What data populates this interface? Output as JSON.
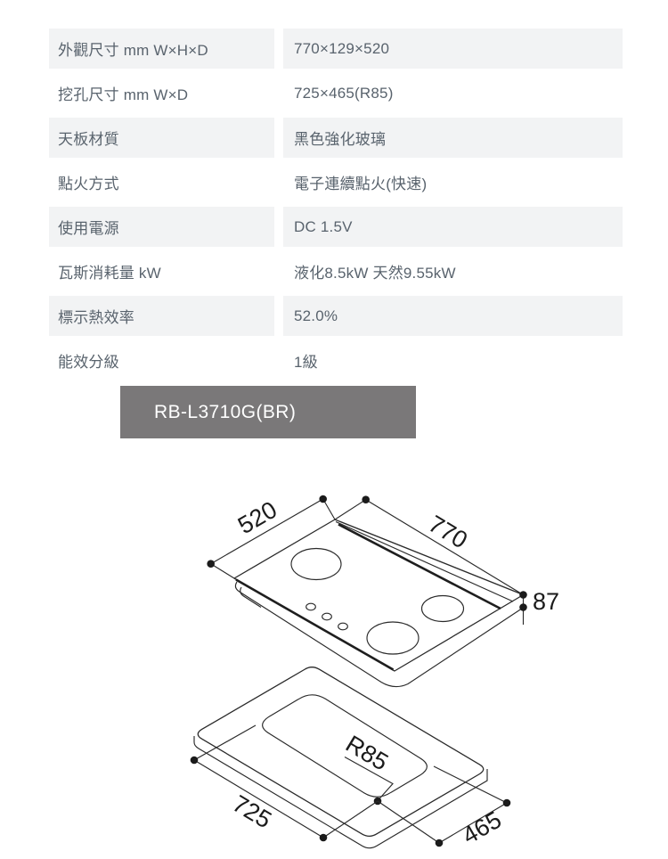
{
  "spec_table": {
    "rows": [
      {
        "label": "外觀尺寸 mm W×H×D",
        "value": "770×129×520"
      },
      {
        "label": "挖孔尺寸 mm W×D",
        "value": "725×465(R85)"
      },
      {
        "label": "天板材質",
        "value": "黑色強化玻璃"
      },
      {
        "label": "點火方式",
        "value": "電子連續點火(快速)"
      },
      {
        "label": "使用電源",
        "value": "DC 1.5V"
      },
      {
        "label": "瓦斯消耗量 kW",
        "value": "液化8.5kW 天然9.55kW"
      },
      {
        "label": "標示熱效率",
        "value": "52.0%"
      },
      {
        "label": "能效分級",
        "value": "1級"
      }
    ]
  },
  "model_banner": {
    "model": "RB-L3710G(BR)"
  },
  "diagram": {
    "top_view": {
      "width_label": "770",
      "depth_label": "520",
      "height_label": "87"
    },
    "cutout_view": {
      "width_label": "725",
      "depth_label": "465",
      "radius_label": "R85"
    }
  },
  "colors": {
    "row_alt_bg": "#f2f3f4",
    "table_text": "#59636d",
    "banner_bg": "#7a7879",
    "banner_text": "#ffffff",
    "diagram_line": "#2a2a2a"
  }
}
